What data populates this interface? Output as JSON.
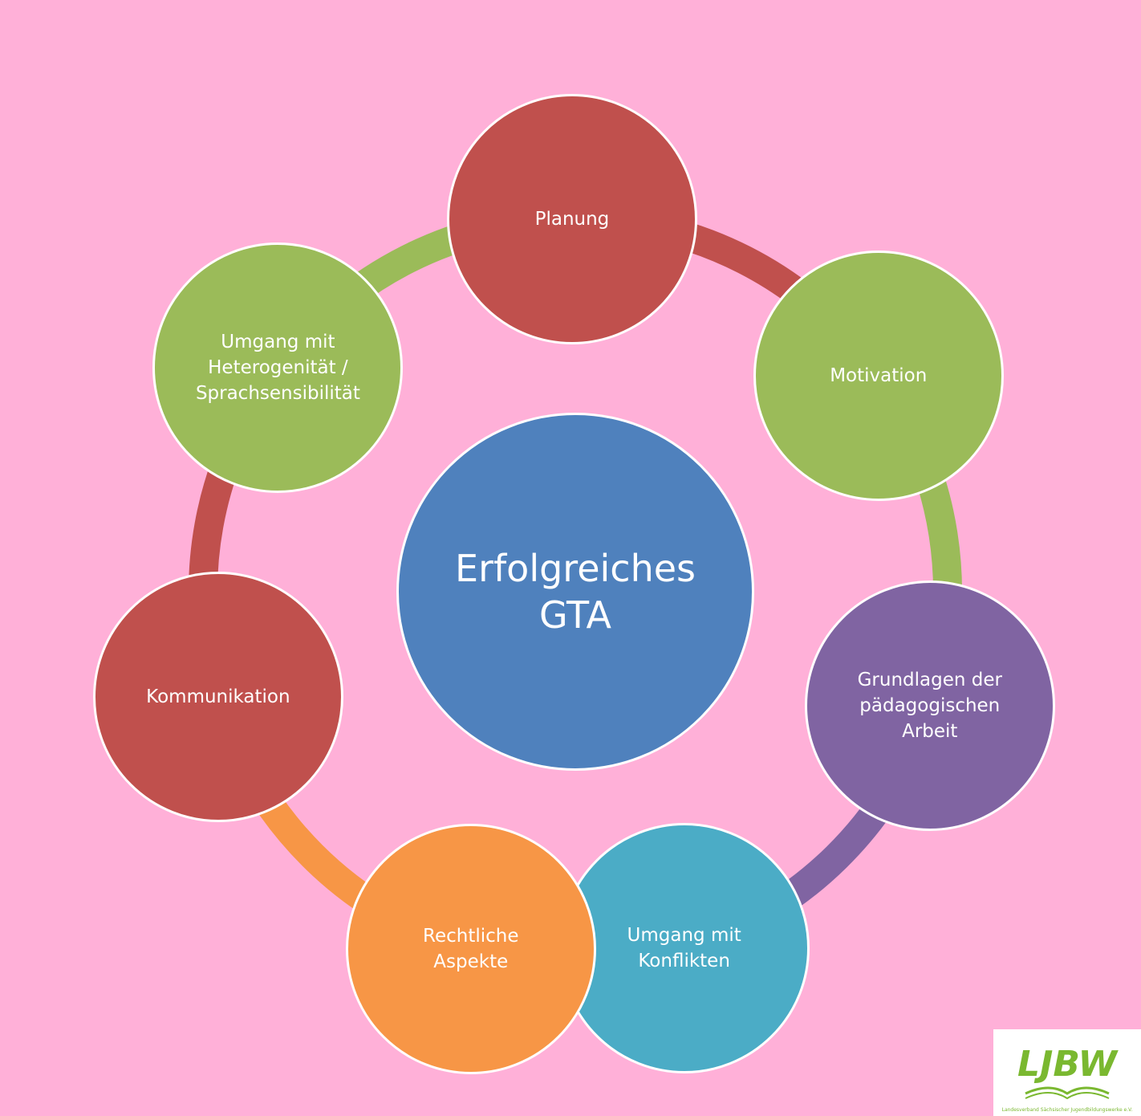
{
  "center": {
    "line1": "Erfolgreiches",
    "line2": "GTA",
    "color": "#4F81BD"
  },
  "nodes": [
    {
      "id": "planung",
      "lines": [
        "Planung"
      ],
      "color": "#C0504D"
    },
    {
      "id": "motivation",
      "lines": [
        "Motivation"
      ],
      "color": "#9BBB59"
    },
    {
      "id": "grundlagen",
      "lines": [
        "Grundlagen der",
        "pädagogischen",
        "Arbeit"
      ],
      "color": "#8064A2"
    },
    {
      "id": "konflikte",
      "lines": [
        "Umgang mit",
        "Konflikten"
      ],
      "color": "#4BACC6"
    },
    {
      "id": "rechtliche",
      "lines": [
        "Rechtliche",
        "Aspekte"
      ],
      "color": "#F79646"
    },
    {
      "id": "kommunikation",
      "lines": [
        "Kommunikation"
      ],
      "color": "#C0504D"
    },
    {
      "id": "heterogenitaet",
      "lines": [
        "Umgang mit",
        "Heterogenität /",
        "Sprachsensibilität"
      ],
      "color": "#9BBB59"
    }
  ],
  "background": "#FFB0D8",
  "logo": {
    "text": "LJBW",
    "caption": "Landesverband Sächsischer Jugendbildungswerke e.V.",
    "color": "#7AB830"
  }
}
